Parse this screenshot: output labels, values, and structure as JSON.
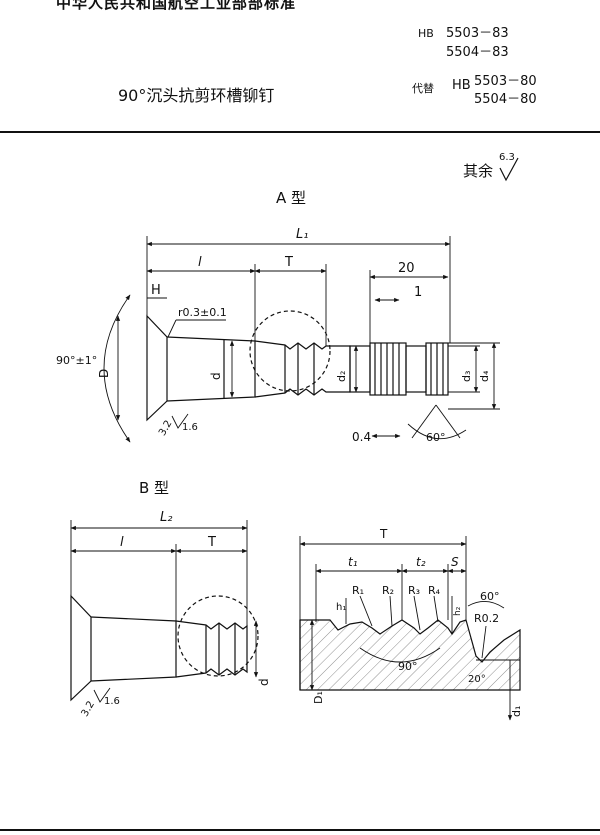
{
  "header": {
    "organization": "中华人民共和国航空工业部部标准",
    "standard_label": "HB",
    "standard_codes": [
      "5503－83",
      "5504－83"
    ],
    "title": "90°沉头抗剪环槽铆钉",
    "superseded_label": "代替",
    "superseded_prefix": "HB",
    "superseded_codes": [
      "5503－80",
      "5504－80"
    ]
  },
  "roughness_note": {
    "text": "其余",
    "value": "6.3"
  },
  "type_a": {
    "label": "A 型",
    "dims": {
      "L1": "L₁",
      "l": "l",
      "T": "T",
      "twenty": "20",
      "one": "1",
      "H": "H",
      "r": "r0.3±0.1",
      "angle": "90°±1°",
      "D": "D",
      "d": "d",
      "d2": "d₂",
      "d3": "d₃",
      "d4": "d₄",
      "r32": "3.2",
      "r16": "1.6",
      "pitch": "0.4",
      "thread_angle": "60°"
    }
  },
  "type_b": {
    "label": "B 型",
    "dims": {
      "L2": "L₂",
      "l": "l",
      "T": "T",
      "d": "d",
      "r32": "3.2",
      "r16": "1.6"
    }
  },
  "detail": {
    "dims": {
      "T": "T",
      "t1": "t₁",
      "t2": "t₂",
      "S": "S",
      "R1": "R₁",
      "R2": "R₂",
      "R3": "R₃",
      "R4": "R₄",
      "h1": "h₁",
      "h2": "h₂",
      "angle60": "60°",
      "R02": "R0.2",
      "angle90": "90°",
      "angle20": "20°",
      "D1": "D₁",
      "d1": "d₁"
    }
  }
}
